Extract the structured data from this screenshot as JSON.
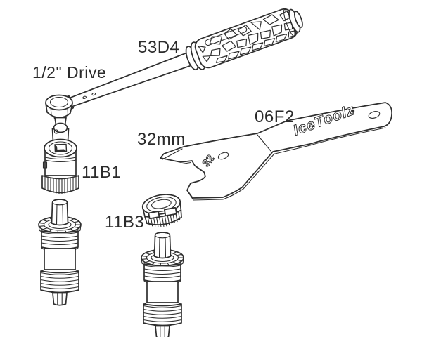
{
  "page": {
    "background": "#ffffff",
    "line_color": "#2e2e2e",
    "text_color": "#2b2b2b"
  },
  "labels": {
    "torque_wrench_model": "53D4",
    "drive_size": "1/2\" Drive",
    "socket_tool_model": "11B1",
    "bb_tool_model": "11B3",
    "cone_wrench_model": "06F2",
    "wrench_size": "32mm",
    "brand": "IceToolz",
    "jaw_stamp": "32"
  }
}
